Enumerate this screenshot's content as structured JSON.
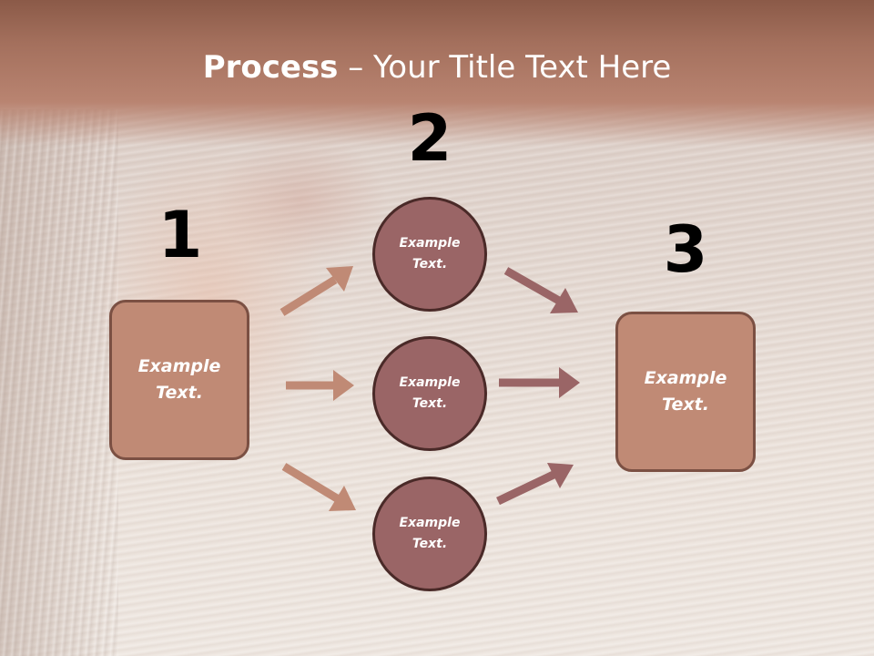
{
  "slide": {
    "title_bold": "Process",
    "title_rest": " – Your Title Text Here"
  },
  "steps": [
    {
      "number": "1",
      "box_text": "Example Text."
    },
    {
      "number": "2",
      "circles": [
        "Example Text.",
        "Example Text.",
        "Example Text."
      ]
    },
    {
      "number": "3",
      "box_text": "Example Text."
    }
  ],
  "colors": {
    "box_fill": "#c08a75",
    "box_border": "#7b5043",
    "circle_fill": "#9a6566",
    "circle_border": "#4a2a28",
    "arrow_in": "#c08a75",
    "arrow_out": "#9a6566"
  }
}
